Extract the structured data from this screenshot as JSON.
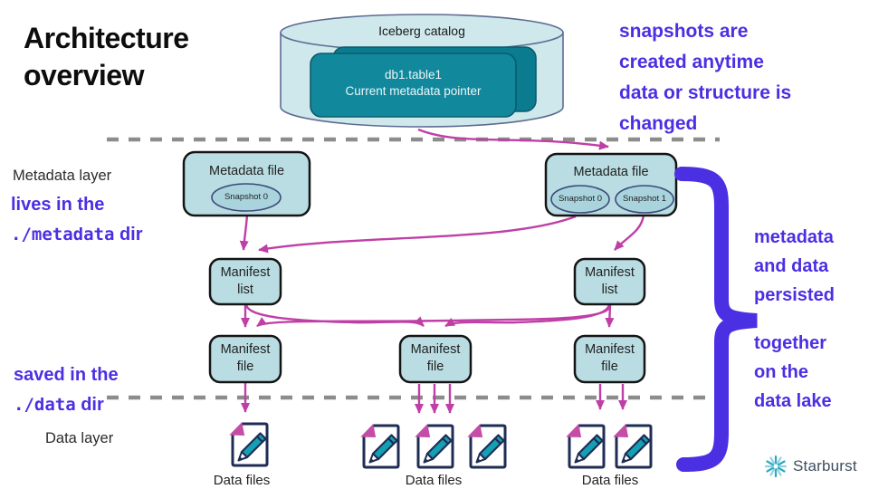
{
  "title": "Architecture\noverview",
  "colors": {
    "purple": "#4b2fe3",
    "magenta": "#bf3fa6",
    "box_fill": "#b9dde2",
    "snap_fill": "#a9d4de",
    "cylinder_fill": "#cfe8ec",
    "teal_box": "#12889d",
    "teal_box_back": "#0b7c90",
    "dash_gray": "#8c8c8c",
    "doc_navy": "#1f2d54",
    "pencil_teal": "#14a0b4",
    "fold_magenta": "#c44da8",
    "logo_teal": "#2fa8c0",
    "logo_text": "#3f4e5f"
  },
  "catalog": {
    "label": "Iceberg catalog",
    "table": "db1.table1",
    "pointer": "Current metadata pointer"
  },
  "layers": {
    "metadata": "Metadata layer",
    "data": "Data layer"
  },
  "side_notes": {
    "snapshots": "snapshots are\ncreated anytime\ndata or structure is\nchanged",
    "metadata_dir": {
      "prefix": "lives in the",
      "path": "./metadata",
      "suffix": " dir"
    },
    "data_dir": {
      "prefix": "saved in the",
      "path": "./data",
      "suffix": " dir"
    },
    "brace_group1": "metadata\nand data\npersisted",
    "brace_group2": "together\non the\ndata lake"
  },
  "nodes": {
    "metadata_file_left": {
      "label": "Metadata file",
      "snapshots": [
        "Snapshot 0"
      ]
    },
    "metadata_file_right": {
      "label": "Metadata file",
      "snapshots": [
        "Snapshot 0",
        "Snapshot 1"
      ]
    },
    "manifest_list_left": {
      "label": "Manifest\nlist"
    },
    "manifest_list_right": {
      "label": "Manifest\nlist"
    },
    "manifest_file_left": {
      "label": "Manifest\nfile"
    },
    "manifest_file_middle": {
      "label": "Manifest\nfile"
    },
    "manifest_file_right": {
      "label": "Manifest\nfile"
    }
  },
  "data_files": {
    "group_left_label": "Data files",
    "group_middle_label": "Data files",
    "group_right_label": "Data files"
  },
  "logo": {
    "name": "Starburst"
  }
}
